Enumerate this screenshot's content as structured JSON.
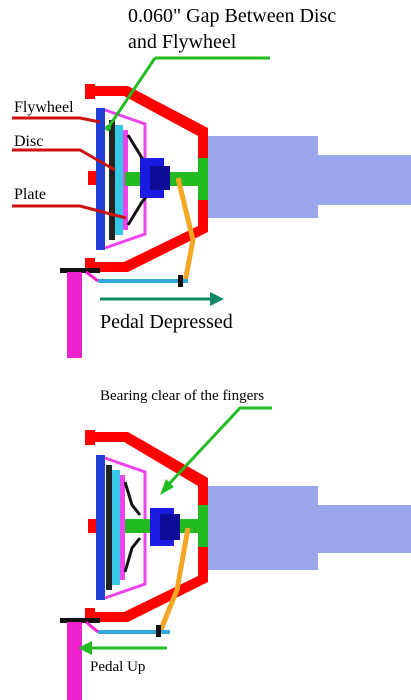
{
  "labels": {
    "gap": [
      "0.060\" Gap Between Disc",
      "and Flywheel"
    ],
    "flywheel": "Flywheel",
    "disc": "Disc",
    "plate": "Plate",
    "pedal_depressed": "Pedal Depressed",
    "bearing": "Bearing clear of the fingers",
    "pedal_up": "Pedal Up"
  },
  "colors": {
    "housing": "#ff0000",
    "flywheel": "#1f3fd6",
    "disc": "#33c8e8",
    "plate": "#ee44ee",
    "bearing": "#1a1ae0",
    "shaft": "#22bb22",
    "fork": "#f5a623",
    "transmission": "#9aa6ec",
    "pedal": "#ee22cc",
    "rod": "#33a8dd",
    "leader_red": "#cc1111",
    "leader_green": "#22bb22",
    "arrow_teal": "#118866"
  }
}
